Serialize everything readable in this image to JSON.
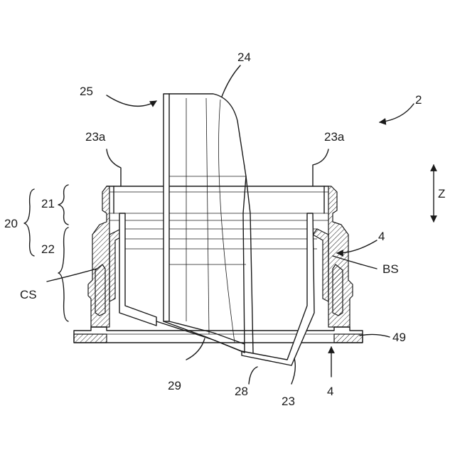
{
  "figure": {
    "labels": {
      "l24": "24",
      "l25": "25",
      "l2": "2",
      "l23a_left": "23a",
      "l23a_right": "23a",
      "lZ": "Z",
      "l20": "20",
      "l21": "21",
      "l22": "22",
      "l4_upper": "4",
      "lBS": "BS",
      "lCS": "CS",
      "l49": "49",
      "l29": "29",
      "l28": "28",
      "l23": "23",
      "l4_lower": "4"
    }
  },
  "colors": {
    "line": "#1a1a1a",
    "background": "#ffffff"
  }
}
